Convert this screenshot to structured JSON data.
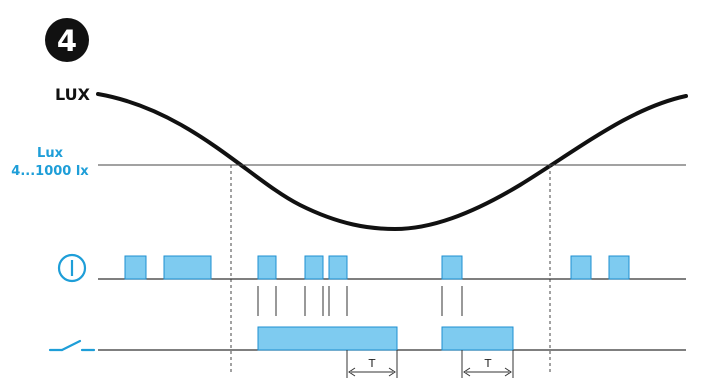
{
  "step_number": "4",
  "labels": {
    "lux": "LUX",
    "threshold_line1": "Lux",
    "threshold_line2": "4...1000 lx",
    "delay_left": "T",
    "delay_right": "T"
  },
  "icons": {
    "push_button": "push-button-icon",
    "contact": "switch-contact-icon"
  },
  "colors": {
    "pulse_fill": "#7ecbf0",
    "pulse_stroke": "#1e8fd0",
    "accent": "#1e9ed8",
    "line": "#222222"
  }
}
